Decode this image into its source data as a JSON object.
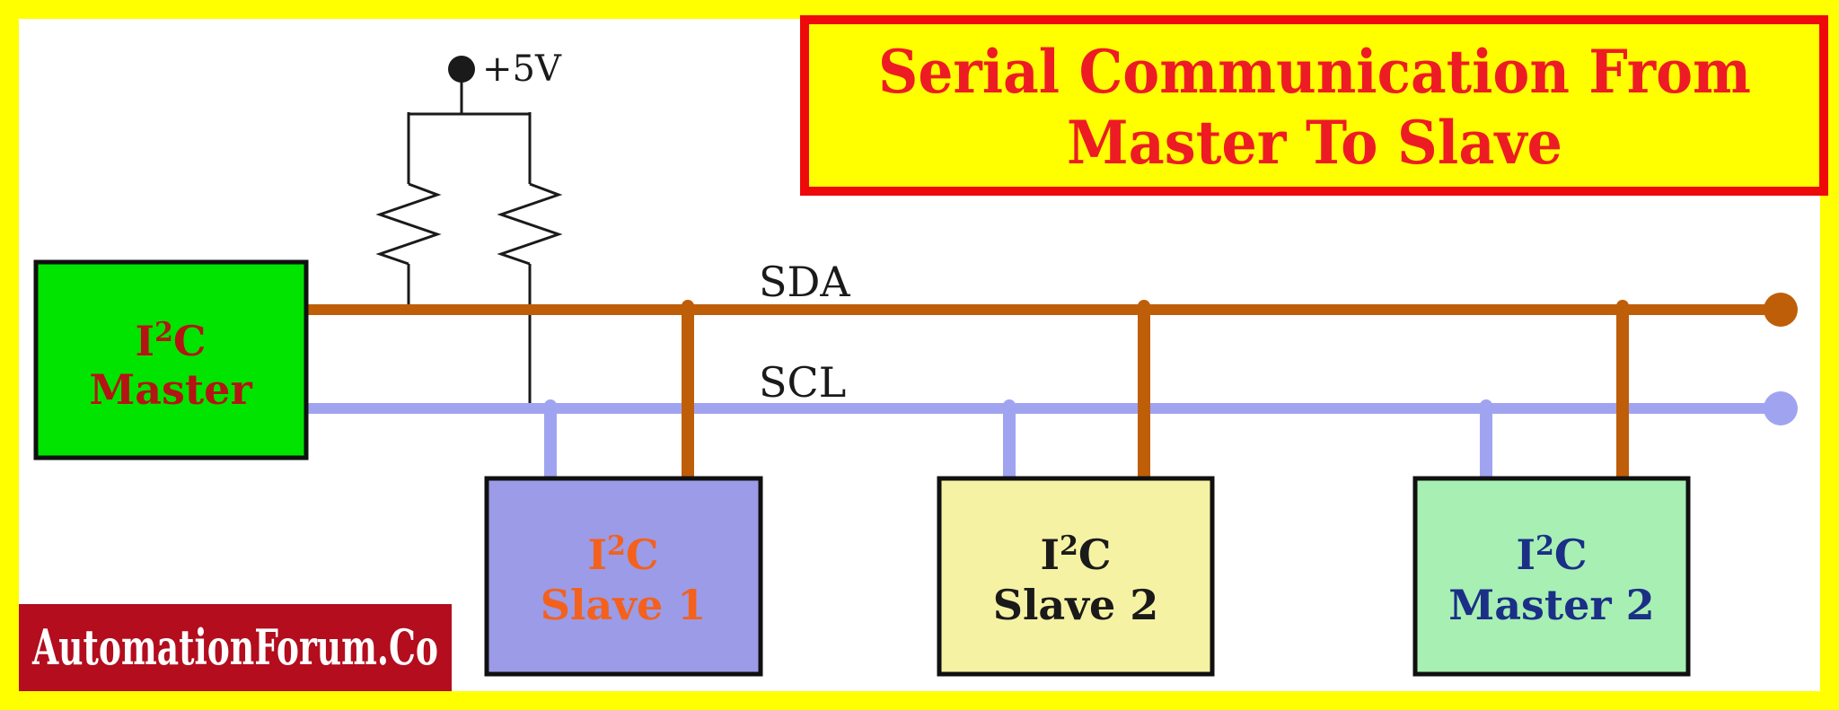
{
  "title_banner": {
    "line1": "Serial Communication From",
    "line2": "Master To Slave"
  },
  "power": {
    "label": "+5V"
  },
  "bus": {
    "sda_label": "SDA",
    "scl_label": "SCL"
  },
  "chip": {
    "base": "I",
    "sup": "2",
    "rest": "C"
  },
  "devices": {
    "master": {
      "name": "Master"
    },
    "slave1": {
      "name": "Slave 1"
    },
    "slave2": {
      "name": "Slave 2"
    },
    "master2": {
      "name": "Master 2"
    }
  },
  "watermark": {
    "text": "AutomationForum.Co"
  },
  "colors": {
    "frame": "#ffff00",
    "canvas": "#ffffff",
    "wire": "#1a1a1a",
    "sda": "#bf5e08",
    "scl": "#a0a4f0",
    "title_bg": "#ffff00",
    "title_border": "#ee0a0a",
    "title_text": "#ed1c24",
    "master_fill": "#00e400",
    "master_text": "#b41414",
    "slave1_fill": "#9b9be8",
    "slave1_text": "#f4611c",
    "slave2_fill": "#f6f2a4",
    "slave2_text": "#1a1a1a",
    "master2_fill": "#a7efb3",
    "master2_text": "#1b2f86",
    "watermark_bg": "#b30d1e",
    "watermark_text": "#ffffff"
  }
}
